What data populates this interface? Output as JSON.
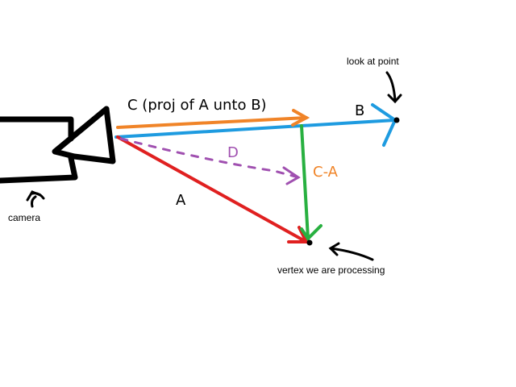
{
  "colors": {
    "camera": "#000000",
    "vector_a": "#e02020",
    "vector_b": "#1e9be0",
    "vector_c": "#f08428",
    "vector_c_minus_a": "#28b040",
    "vector_d": "#a050b0",
    "annotation": "#000000"
  },
  "labels": {
    "c": "C (proj of A unto B)",
    "b": "B",
    "d": "D",
    "c_minus_a": "C-A",
    "a": "A",
    "look_at_point": "look at point",
    "camera": "camera",
    "vertex": "vertex we are processing"
  },
  "icons": [
    "camera-icon",
    "point-marker-icon",
    "arrow-pointer-icon"
  ]
}
